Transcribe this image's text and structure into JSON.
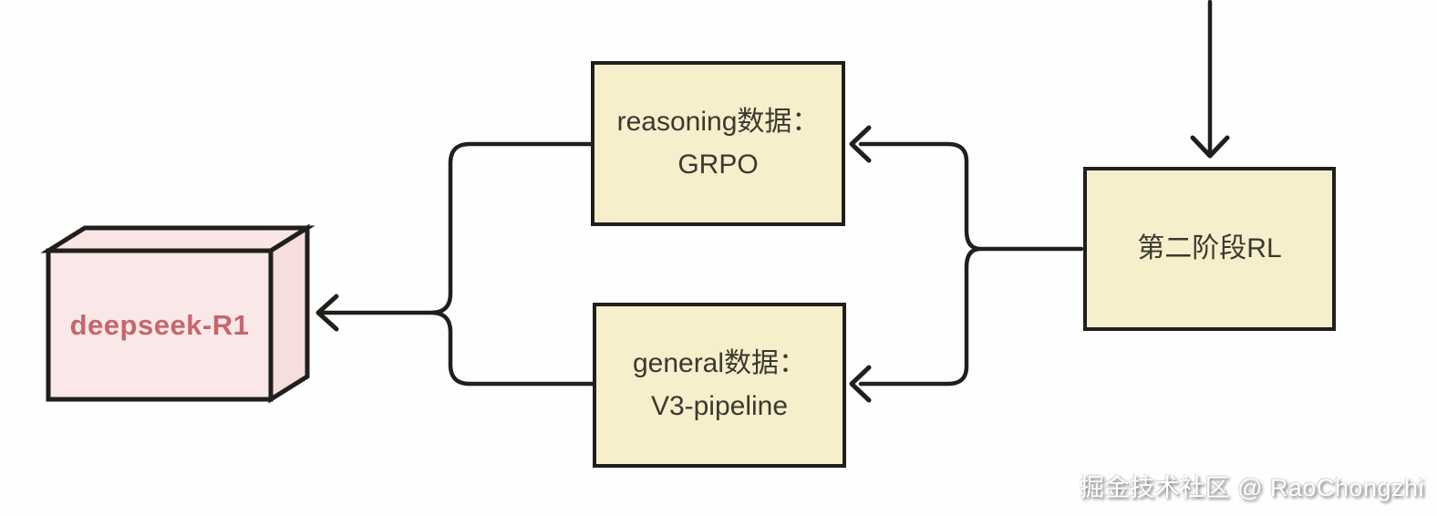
{
  "diagram": {
    "colors": {
      "background": "#fefefe",
      "line": "#211f1c",
      "node_fill": "#f7eecb",
      "node_border": "#211f1c",
      "node_text": "#3b392f",
      "deepseek_front_fill": "#f9e8e7",
      "deepseek_top_fill": "#f8e6e4",
      "deepseek_side_fill": "#f5dedd",
      "deepseek_text": "#c5676b",
      "watermark_text": "#ffffff"
    },
    "nodes": {
      "deepseek": {
        "label": "deepseek-R1"
      },
      "reasoning": {
        "line1": "reasoning数据：",
        "line2": "GRPO"
      },
      "general": {
        "line1": "general数据：",
        "line2": "V3-pipeline"
      },
      "stage2": {
        "label": "第二阶段RL"
      }
    },
    "edges": [
      {
        "from": "offscreen-top",
        "to": "stage2",
        "style": "arrow-down"
      },
      {
        "from": "stage2",
        "to": "reasoning",
        "style": "brace-arrow-left"
      },
      {
        "from": "stage2",
        "to": "general",
        "style": "brace-arrow-left"
      },
      {
        "from": "reasoning",
        "to": "deepseek",
        "style": "brace-arrow-left"
      },
      {
        "from": "general",
        "to": "deepseek",
        "style": "brace-arrow-left"
      }
    ],
    "watermark": {
      "text": "掘金技术社区 @ RaoChongzhi"
    }
  }
}
